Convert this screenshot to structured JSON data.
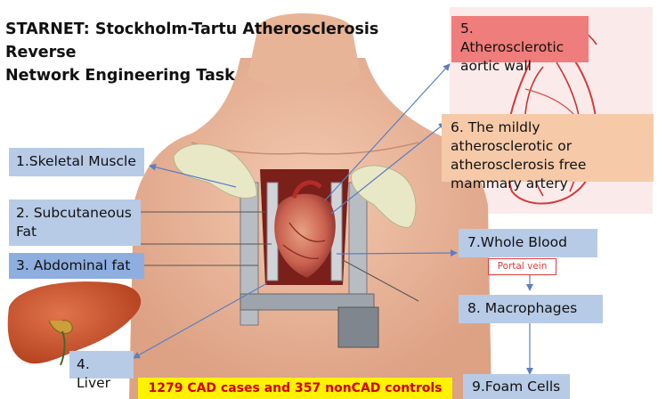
{
  "title": {
    "line1": "STARNET: Stockholm-Tartu Atherosclerosis Reverse",
    "line2": "Network Engineering Task"
  },
  "tissues": [
    {
      "label": "1.Skeletal Muscle"
    },
    {
      "label": "2. Subcutaneous Fat"
    },
    {
      "label": "3. Abdominal fat"
    },
    {
      "label": "4. Liver"
    },
    {
      "label": "5. Atherosclerotic aortic wall"
    },
    {
      "label": "6. The mildly atherosclerotic or atherosclerosis free mammary artery"
    },
    {
      "label": "7.Whole Blood"
    },
    {
      "label": "8. Macrophages"
    },
    {
      "label": "9.Foam Cells"
    }
  ],
  "portal_vein": "Portal vein",
  "cohort": "1279 CAD cases and 357 nonCAD controls",
  "colors": {
    "box_blue": "#b7cbe7",
    "box_blue_dark": "#8eaee0",
    "box_red": "#ef7d7b",
    "box_peach": "#f6caa9",
    "banner_yellow": "#fff200",
    "banner_text": "#d40000",
    "arrow": "#5b7fc0"
  }
}
